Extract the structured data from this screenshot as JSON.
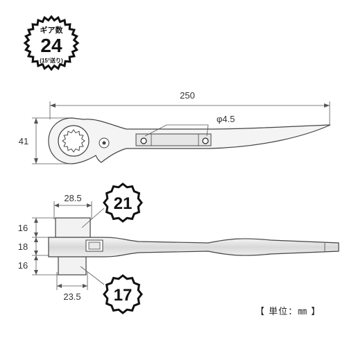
{
  "gear_badge": {
    "label": "ギア数",
    "number": "24",
    "note": "(15°送り)"
  },
  "top_view": {
    "length_label": "250",
    "height_label": "41",
    "hole_label": "φ4.5"
  },
  "side_view": {
    "socket_large_width": "28.5",
    "socket_small_width": "23.5",
    "upper_height": "16",
    "body_height": "18",
    "lower_height": "16",
    "socket_large_size": "21",
    "socket_small_size": "17"
  },
  "unit_label": "【 単位：㎜ 】"
}
